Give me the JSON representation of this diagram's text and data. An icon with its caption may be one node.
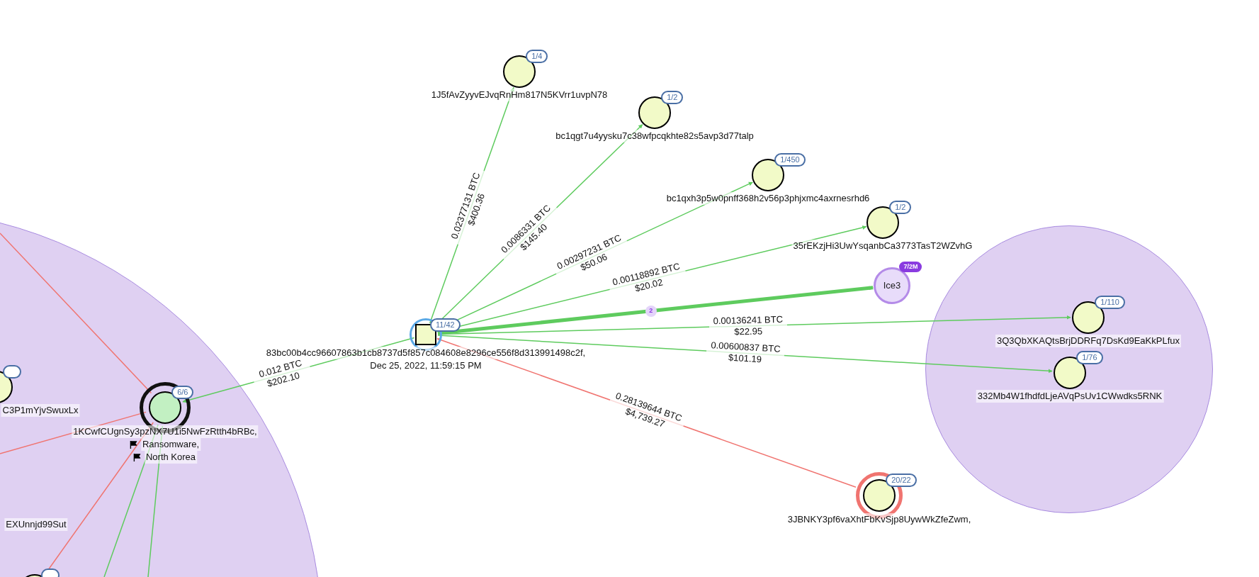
{
  "diagram": {
    "nodes": [
      {
        "text": [],
        "shape": "circle"
      },
      {
        "text": [
          "C3P1mYjvSwuxLx"
        ],
        "in": 0
      },
      {
        "text": [
          "6/6",
          "1KCwfCUgnSy3pzNX7U1i5NwFzRtth4bRBc,",
          "Ransomware,",
          "North Korea"
        ],
        "in": 0
      },
      {
        "text": [
          "EXUnnjd99Sut"
        ],
        "in": 0
      },
      {
        "text": [],
        "shape": "circle",
        "in": 0
      },
      {
        "text": [
          "11/42",
          "83bc00b4cc96607863b1cb8737d5f857c084608e8296ce556f8d313991498c2f,",
          "Dec 25, 2022, 11:59:15 PM"
        ]
      },
      {
        "text": [
          "1/4",
          "1J5fAvZyyvEJvqRnHm817N5KVrr1uvpN78"
        ]
      },
      {
        "text": [
          "1/2",
          "bc1qgt7u4yysku7c38wfpcqkhte82s5avp3d77talp"
        ]
      },
      {
        "text": [
          "1/450",
          "bc1qxh3p5w0pnff368h2v56p3phjxmc4axrnesrhd6"
        ]
      },
      {
        "text": [
          "1/2",
          "35rEKzjHi3UwYsqanbCa3773TasT2WZvhG"
        ]
      },
      {
        "text": [
          "7/2M",
          "Ice3"
        ]
      },
      {
        "text": [],
        "shape": "circle"
      },
      {
        "text": [
          "1/110",
          "3Q3QbXKAQtsBrjDDRFq7DsKd9EaKkPLfux"
        ],
        "in": 11
      },
      {
        "text": [
          "1/76",
          "332Mb4W1fhdfdLjeAVqPsUv1CWwdks5RNK"
        ],
        "in": 11
      },
      {
        "text": [
          "20/22",
          "3JBNKY3pf6vaXhtFbKvSjp8UywWkZfeZwm,"
        ]
      }
    ],
    "edges": [
      {
        "from": 5,
        "to": 2,
        "arrow": "to",
        "label": "0.012 BTC $202.10"
      },
      {
        "from": 5,
        "to": 6,
        "arrow": "to",
        "label": "0.02377131 BTC $400.36"
      },
      {
        "from": 5,
        "to": 7,
        "arrow": "to",
        "label": "0.0086331 BTC $145.40"
      },
      {
        "from": 5,
        "to": 8,
        "arrow": "to",
        "label": "0.00297231 BTC $50.06"
      },
      {
        "from": 5,
        "to": 9,
        "arrow": "to",
        "label": "0.00118892 BTC $20.02"
      },
      {
        "from": 5,
        "to": 10,
        "arrow": "to",
        "label": "2",
        "style": "thick"
      },
      {
        "from": 5,
        "to": 12,
        "arrow": "to",
        "label": "0.00136241 BTC $22.95"
      },
      {
        "from": 5,
        "to": 13,
        "arrow": "to",
        "label": "0.00600837 BTC $101.19"
      },
      {
        "from": 14,
        "to": 5,
        "arrow": "to",
        "label": "0.28139644 BTC $4,739.27",
        "color": "#f07470"
      },
      {
        "from": null,
        "to": 2,
        "arrow": "none",
        "color": "#f07470"
      },
      {
        "from": null,
        "to": 2,
        "arrow": "none",
        "color": "#f07470"
      },
      {
        "from": 4,
        "to": 2,
        "arrow": "none",
        "color": "#f07470"
      },
      {
        "from": null,
        "to": 2,
        "arrow": "none"
      },
      {
        "from": null,
        "to": 2,
        "arrow": "none"
      }
    ]
  }
}
